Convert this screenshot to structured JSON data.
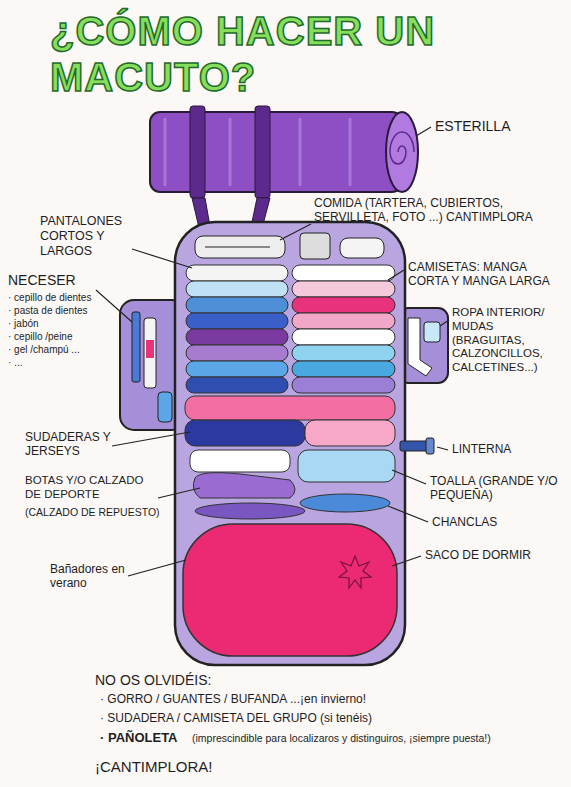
{
  "diagram": {
    "title": "¿CÓMO HACER UN MACUTO?",
    "labels": [
      "ESTERILLA",
      "PANTALONES CORTOS Y LARGOS",
      "COMIDA (TARTERA, CUBIERTOS, SERVILLETA, FOTO ...) CANTIMPLORA",
      "NECESER",
      "· cepillo de dientes",
      "· pasta de dientes",
      "· jabón",
      "· cepillo /peine",
      "· gel /champú ...",
      "· ...",
      "CAMISETAS: MANGA CORTA Y MANGA LARGA",
      "ROPA INTERIOR/ MUDAS (BRAGUITAS, CALZONCILLOS, CALCETINES...)",
      "SUDADERAS Y JERSEYS",
      "LINTERNA",
      "TOALLA (GRANDE Y/O PEQUEÑA)",
      "BOTAS Y/O CALZADO DE DEPORTE",
      "(CALZADO DE REPUESTO)",
      "CHANCLAS",
      "SACO DE DORMIR",
      "Bañadores en verano",
      "NO OS OLVIDÉIS:",
      "· GORRO / GUANTES / BUFANDA ...¡en invierno!",
      "· SUDADERA / CAMISETA DEL GRUPO (si tenéis)",
      "· PAÑOLETA",
      "(imprescindible para localizaros y distinguiros, ¡siempre puesta!)",
      "¡CANTIMPLORA!"
    ]
  }
}
